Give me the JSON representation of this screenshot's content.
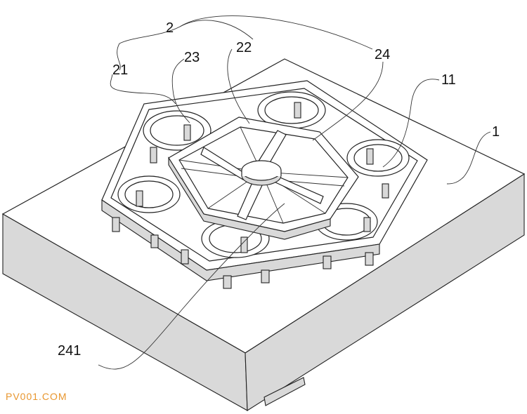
{
  "labels": {
    "l2": "2",
    "l21": "21",
    "l22": "22",
    "l23": "23",
    "l24": "24",
    "l11": "11",
    "l1": "1",
    "l241": "241"
  },
  "watermark": "PV001.COM"
}
